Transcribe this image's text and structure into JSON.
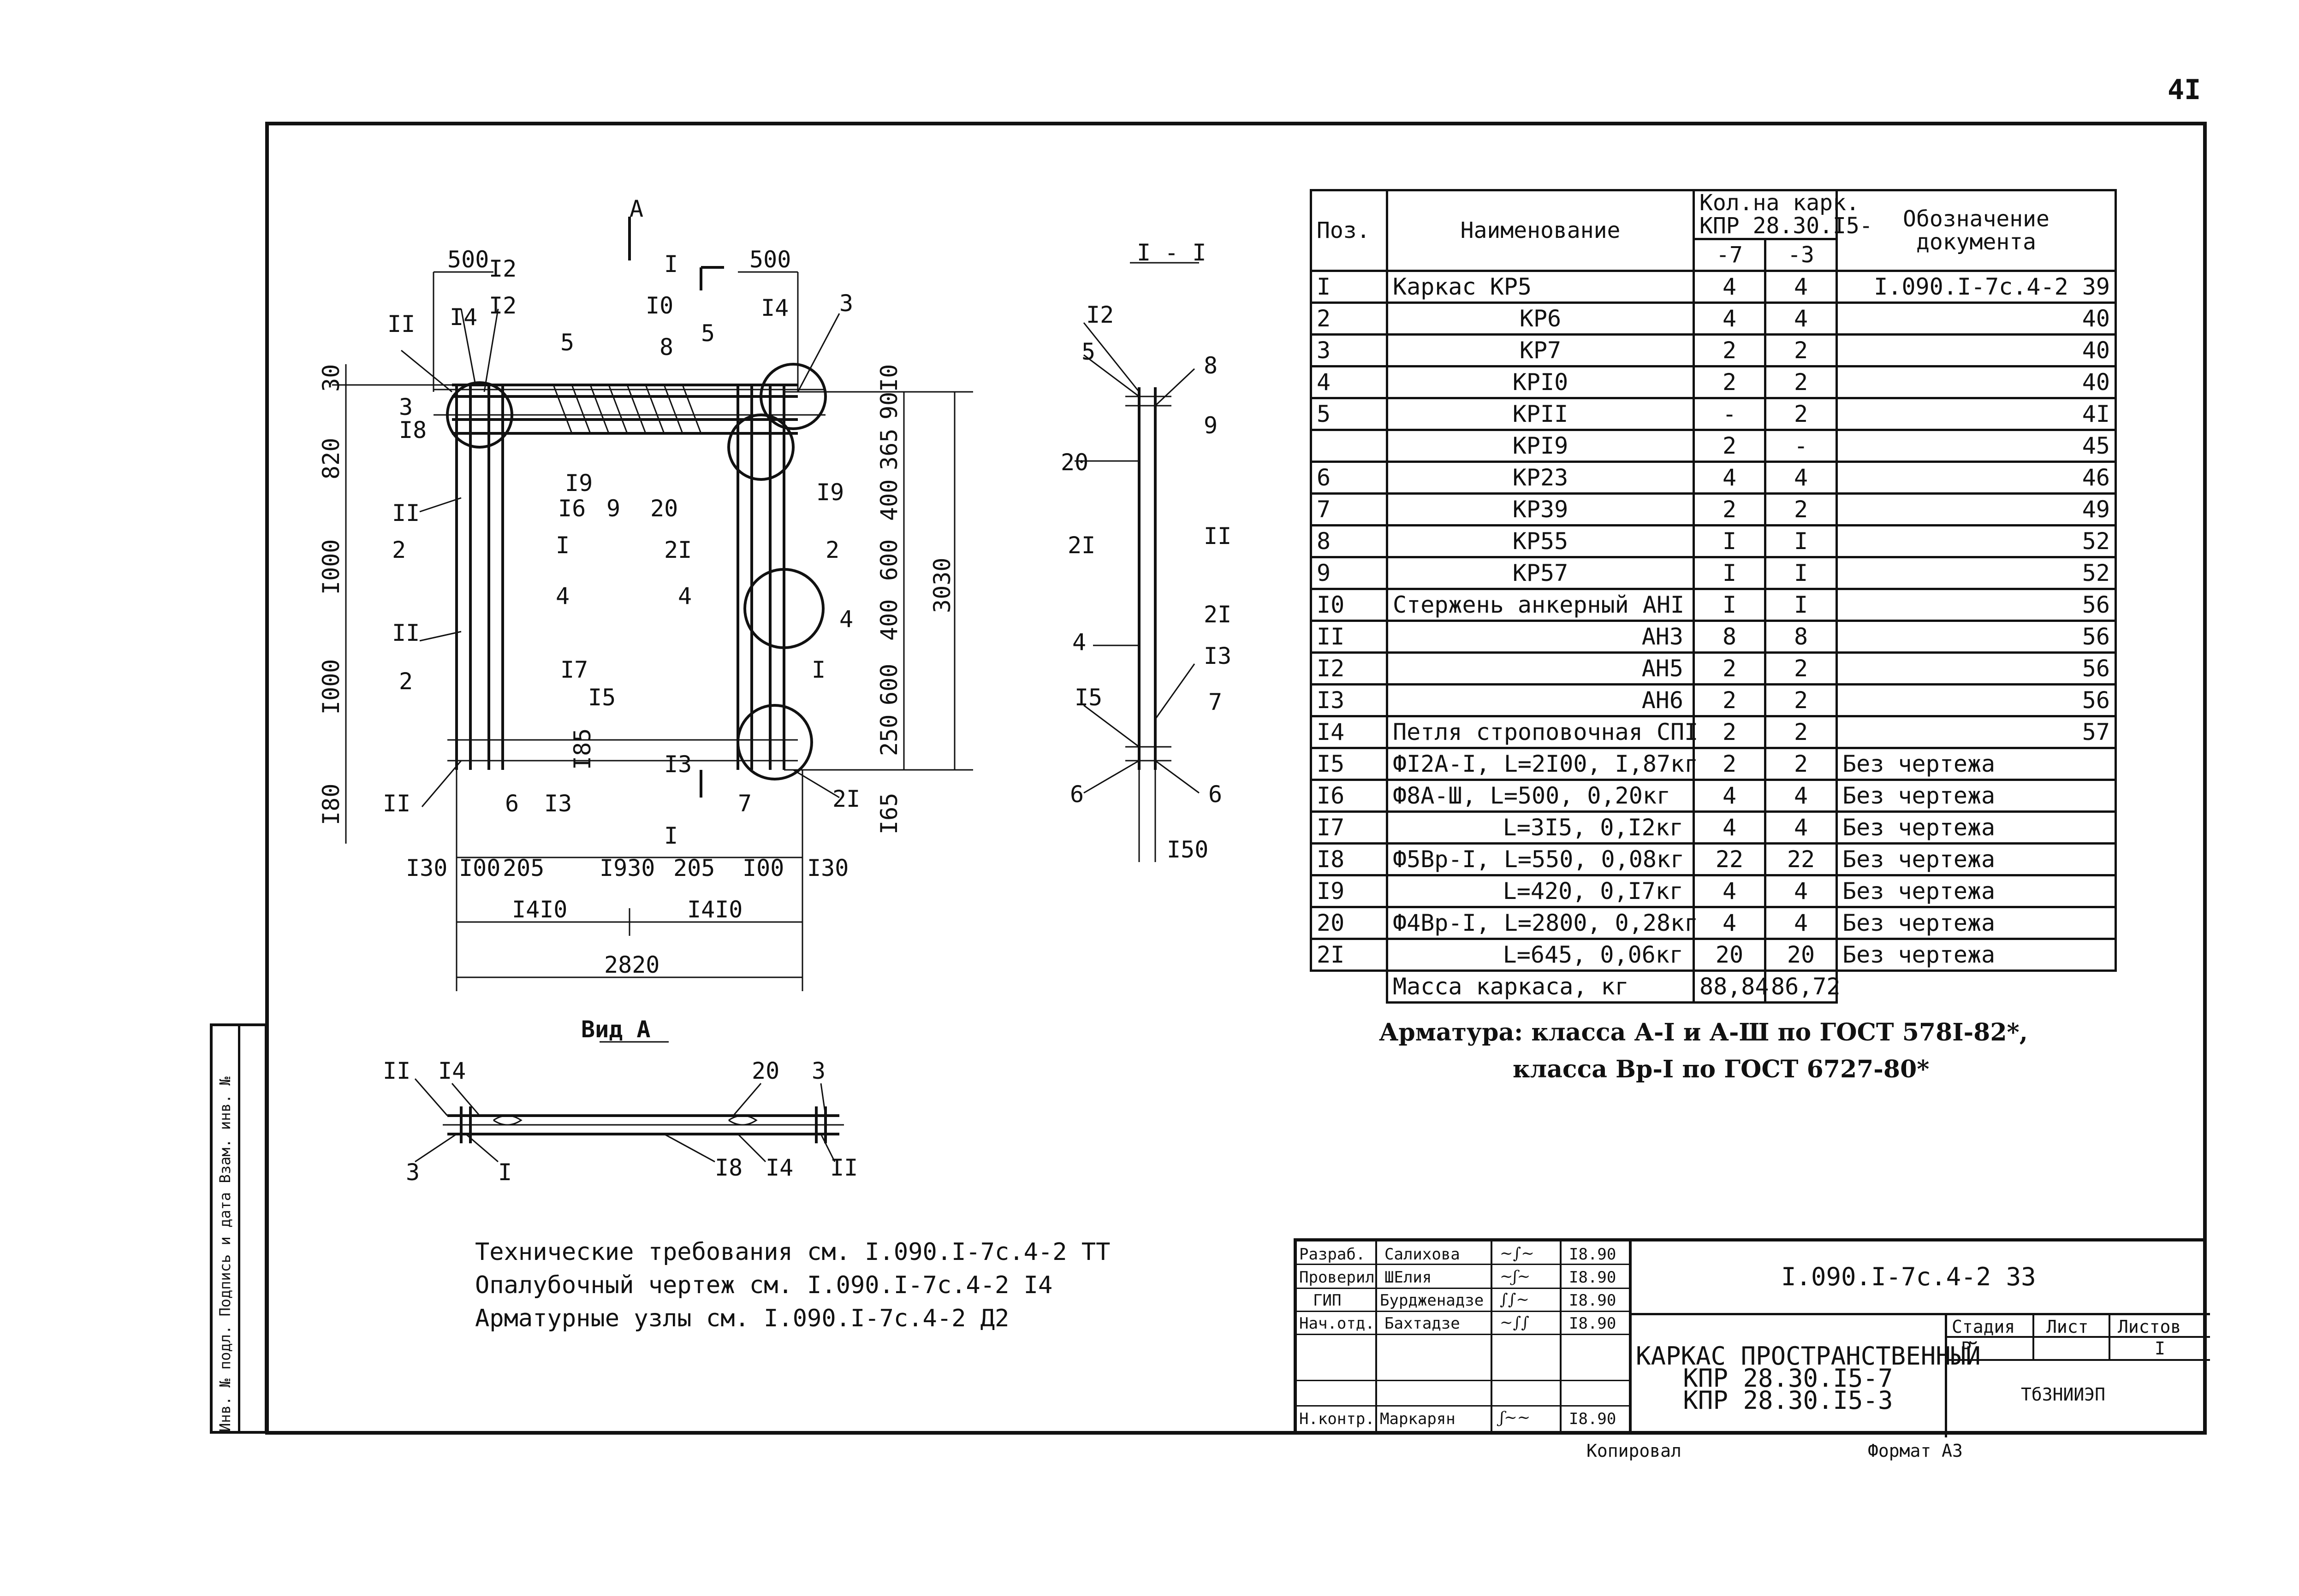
{
  "page_number": "4I",
  "section_marks": {
    "view_arrow": "A",
    "section_left": "I",
    "section_right": "I",
    "section_title": "I - I",
    "view_title": "Вид А"
  },
  "plan_labels": {
    "dim_500_left": "500",
    "dim_500_right": "500",
    "p12_a": "I2",
    "p12_b": "I2",
    "p14_a": "I4",
    "p14_b": "I4",
    "p10": "I0",
    "p8": "8",
    "p5_a": "5",
    "p5_b": "5",
    "p3_a": "3",
    "p3_b": "3",
    "p11_a": "II",
    "p11_b": "II",
    "p11_c": "II",
    "p11_d": "II",
    "p18": "I8",
    "p16": "I6",
    "p9": "9",
    "p20": "20",
    "p19_a": "I9",
    "p19_b": "I9",
    "p1_a": "I",
    "p1_b": "I",
    "p2_a": "2",
    "p2_b": "2",
    "p2_c": "2",
    "p4_a": "4",
    "p4_b": "4",
    "p4_c": "4",
    "p21_a": "2I",
    "p21_b": "2I",
    "p17": "I7",
    "p15": "I5",
    "p13_a": "I3",
    "p13_b": "I3",
    "p6": "6",
    "p7": "7",
    "v30": "30",
    "v820": "820",
    "v1000_a": "I000",
    "v1000_b": "I000",
    "v180": "I80",
    "r10": "I0",
    "r90": "90",
    "r365": "365",
    "r400_a": "400",
    "r600_a": "600",
    "r400_b": "400",
    "r600_b": "600",
    "r250": "250",
    "r165": "I65",
    "r3030": "3030",
    "r185": "I85",
    "b130_a": "I30",
    "b100_a": "I00",
    "b205_a": "205",
    "b1930": "I930",
    "b205_b": "205",
    "b100_b": "I00",
    "b130_b": "I30",
    "b1410_a": "I4I0",
    "b1410_b": "I4I0",
    "b2820": "2820"
  },
  "section_labels": {
    "s12": "I2",
    "s5": "5",
    "s8": "8",
    "s9": "9",
    "s20": "20",
    "s21_a": "2I",
    "s11": "II",
    "s21_b": "2I",
    "s4": "4",
    "s13": "I3",
    "s15": "I5",
    "s7": "7",
    "s6_a": "6",
    "s6_b": "6",
    "s150": "I50"
  },
  "view_labels": {
    "v11_a": "II",
    "v14_a": "I4",
    "v20": "20",
    "v3_a": "3",
    "v3_b": "3",
    "v1": "I",
    "v18": "I8",
    "v14_b": "I4",
    "v11_b": "II"
  },
  "table": {
    "headers": {
      "pos": "Поз.",
      "name": "Наименование",
      "qty_title": "Кол.на карк.",
      "qty_sub": "КПР 28.30.I5-",
      "var7": "-7",
      "var3": "-3",
      "doc_title": "Обозначение",
      "doc_sub": "документа"
    },
    "rows": [
      {
        "pos": "I",
        "name": "Каркас КР5",
        "q7": "4",
        "q3": "4",
        "doc": "I.090.I-7с.4-2 39"
      },
      {
        "pos": "2",
        "name": "КР6",
        "q7": "4",
        "q3": "4",
        "doc": "40"
      },
      {
        "pos": "3",
        "name": "КР7",
        "q7": "2",
        "q3": "2",
        "doc": "40"
      },
      {
        "pos": "4",
        "name": "КРI0",
        "q7": "2",
        "q3": "2",
        "doc": "40"
      },
      {
        "pos": "5",
        "name": "КРII",
        "q7": "-",
        "q3": "2",
        "doc": "4I"
      },
      {
        "pos": "",
        "name": "КРI9",
        "q7": "2",
        "q3": "-",
        "doc": "45"
      },
      {
        "pos": "6",
        "name": "КР23",
        "q7": "4",
        "q3": "4",
        "doc": "46"
      },
      {
        "pos": "7",
        "name": "КР39",
        "q7": "2",
        "q3": "2",
        "doc": "49"
      },
      {
        "pos": "8",
        "name": "КР55",
        "q7": "I",
        "q3": "I",
        "doc": "52"
      },
      {
        "pos": "9",
        "name": "КР57",
        "q7": "I",
        "q3": "I",
        "doc": "52"
      },
      {
        "pos": "I0",
        "name": "Стержень анкерный АНI",
        "q7": "I",
        "q3": "I",
        "doc": "56"
      },
      {
        "pos": "II",
        "name": "АН3",
        "q7": "8",
        "q3": "8",
        "doc": "56"
      },
      {
        "pos": "I2",
        "name": "АН5",
        "q7": "2",
        "q3": "2",
        "doc": "56"
      },
      {
        "pos": "I3",
        "name": "АН6",
        "q7": "2",
        "q3": "2",
        "doc": "56"
      },
      {
        "pos": "I4",
        "name": "Петля строповочная СПI",
        "q7": "2",
        "q3": "2",
        "doc": "57"
      },
      {
        "pos": "I5",
        "name": "ФI2А-I, L=2I00, I,87кг",
        "q7": "2",
        "q3": "2",
        "doc": "Без чертежа"
      },
      {
        "pos": "I6",
        "name": "Ф8А-Ш, L=500, 0,20кг",
        "q7": "4",
        "q3": "4",
        "doc": "Без чертежа"
      },
      {
        "pos": "I7",
        "name": "L=3I5, 0,I2кг",
        "q7": "4",
        "q3": "4",
        "doc": "Без чертежа"
      },
      {
        "pos": "I8",
        "name": "Ф5Вр-I, L=550, 0,08кг",
        "q7": "22",
        "q3": "22",
        "doc": "Без чертежа"
      },
      {
        "pos": "I9",
        "name": "L=420, 0,I7кг",
        "q7": "4",
        "q3": "4",
        "doc": "Без чертежа"
      },
      {
        "pos": "20",
        "name": "Ф4Вр-I, L=2800, 0,28кг",
        "q7": "4",
        "q3": "4",
        "doc": "Без чертежа"
      },
      {
        "pos": "2I",
        "name": "L=645, 0,06кг",
        "q7": "20",
        "q3": "20",
        "doc": "Без чертежа"
      }
    ],
    "mass": {
      "label": "Масса каркаса, кг",
      "q7": "88,84",
      "q3": "86,72"
    }
  },
  "armatura": {
    "line1": "Арматура: класса А-I и А-Ш по ГОСТ 578I-82*,",
    "line2": "класса Вр-I по ГОСТ 6727-80*"
  },
  "notes": {
    "line1": "Технические требования см. I.090.I-7с.4-2 ТТ",
    "line2": "Опалубочный чертеж см. I.090.I-7с.4-2 I4",
    "line3": "Арматурные узлы см. I.090.I-7с.4-2 Д2"
  },
  "title_block": {
    "roles": [
      "Разраб.",
      "Проверил",
      "ГИП",
      "Нач.отд.",
      "",
      "",
      "Н.контр."
    ],
    "names": [
      "Салихова",
      "ШЕлия",
      "Бурдженадзе",
      "Бахтадзе",
      "",
      "",
      "Маркарян"
    ],
    "dates": [
      "I8.90",
      "I8.90",
      "I8.90",
      "I8.90",
      "",
      "",
      "I8.90"
    ],
    "code": "I.090.I-7с.4-2 33",
    "title_line1": "КАРКАС ПРОСТРАНСТВЕННЫЙ",
    "title_line2": "КПР 28.30.I5-7",
    "title_line3": "КПР 28.30.I5-3",
    "stage_label": "Стадия",
    "sheet_label": "Лист",
    "sheets_label": "Листов",
    "stage": "Р",
    "sheets": "I",
    "org": "ТбЗНИИЭП"
  },
  "side_strip": {
    "col1": "Инв. № подл.  Подпись и дата  Взам. инв. №"
  },
  "footer": {
    "copied": "Копировал",
    "format": "Формат А3"
  }
}
